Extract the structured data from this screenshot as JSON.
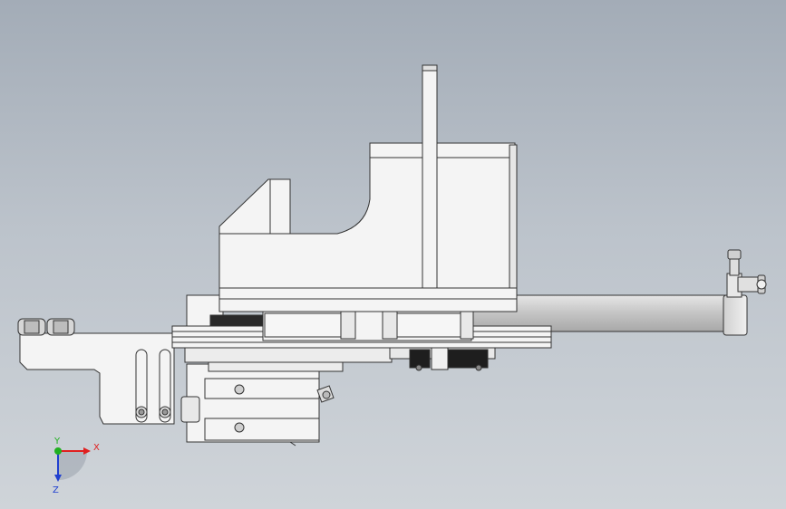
{
  "viewport": {
    "background_top": "#a3acb7",
    "background_bottom": "#cfd4d9"
  },
  "model": {
    "part_fill": "#f4f4f4",
    "edge_color": "#333333",
    "cylinder_fill": "#c8c8c8",
    "dark_part_fill": "#2a2a2a"
  },
  "triad": {
    "x_label": "X",
    "y_label": "Y",
    "z_label": "Z",
    "x_color": "#e02020",
    "y_color": "#20b020",
    "z_color": "#2040d0",
    "icon": "coordinate-triad-icon"
  }
}
